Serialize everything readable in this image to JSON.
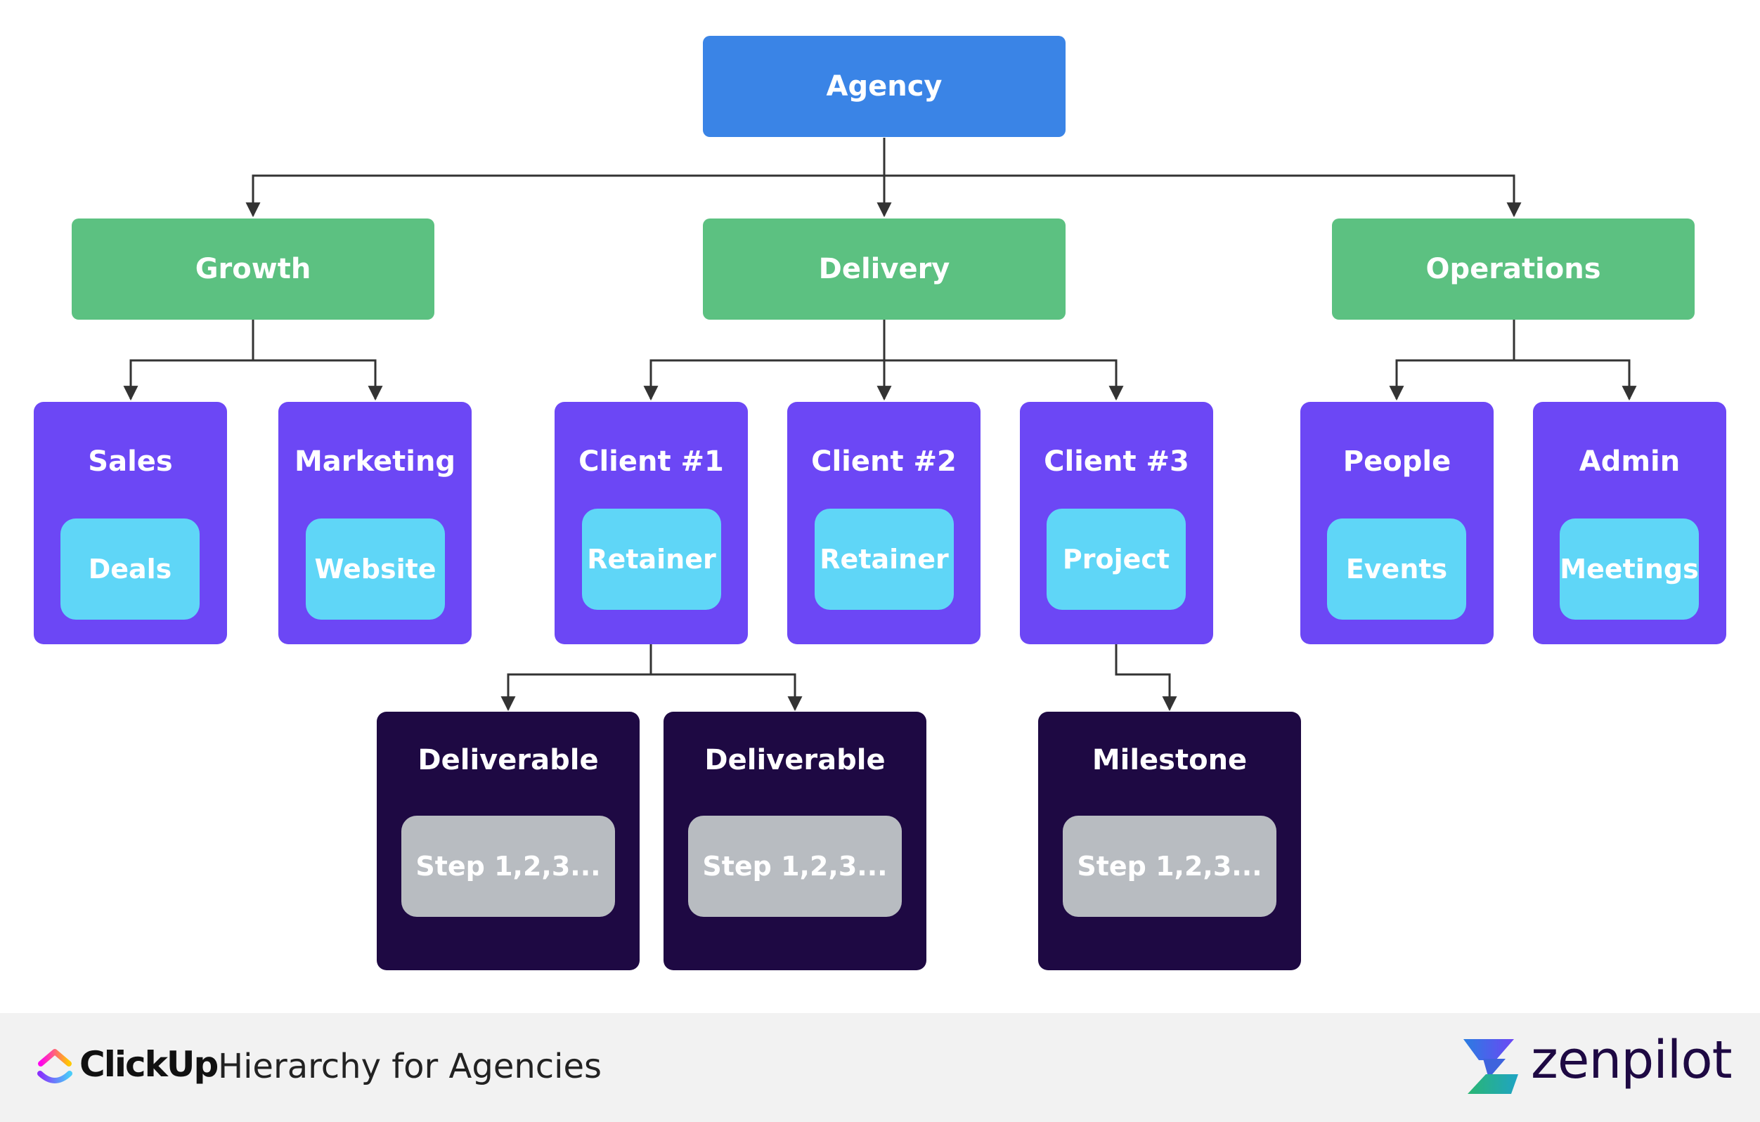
{
  "root": {
    "label": "Agency"
  },
  "departments": [
    {
      "label": "Growth"
    },
    {
      "label": "Delivery"
    },
    {
      "label": "Operations"
    }
  ],
  "folders": [
    {
      "label": "Sales",
      "list": "Deals"
    },
    {
      "label": "Marketing",
      "list": "Website"
    },
    {
      "label": "Client #1",
      "list": "Retainer"
    },
    {
      "label": "Client #2",
      "list": "Retainer"
    },
    {
      "label": "Client #3",
      "list": "Project"
    },
    {
      "label": "People",
      "list": "Events"
    },
    {
      "label": "Admin",
      "list": "Meetings"
    }
  ],
  "tasks": [
    {
      "label": "Deliverable",
      "subtask": "Step 1,2,3..."
    },
    {
      "label": "Deliverable",
      "subtask": "Step 1,2,3..."
    },
    {
      "label": "Milestone",
      "subtask": "Step 1,2,3..."
    }
  ],
  "footer": {
    "brand": "ClickUp",
    "title": "Hierarchy for Agencies",
    "partner": "zenpilot"
  },
  "colors": {
    "root": "#3a84e6",
    "department": "#5cc181",
    "folder": "#6c47f5",
    "list": "#5fd6f7",
    "task": "#1e0943",
    "subtask": "#b8bcc1",
    "connector": "#333333"
  }
}
